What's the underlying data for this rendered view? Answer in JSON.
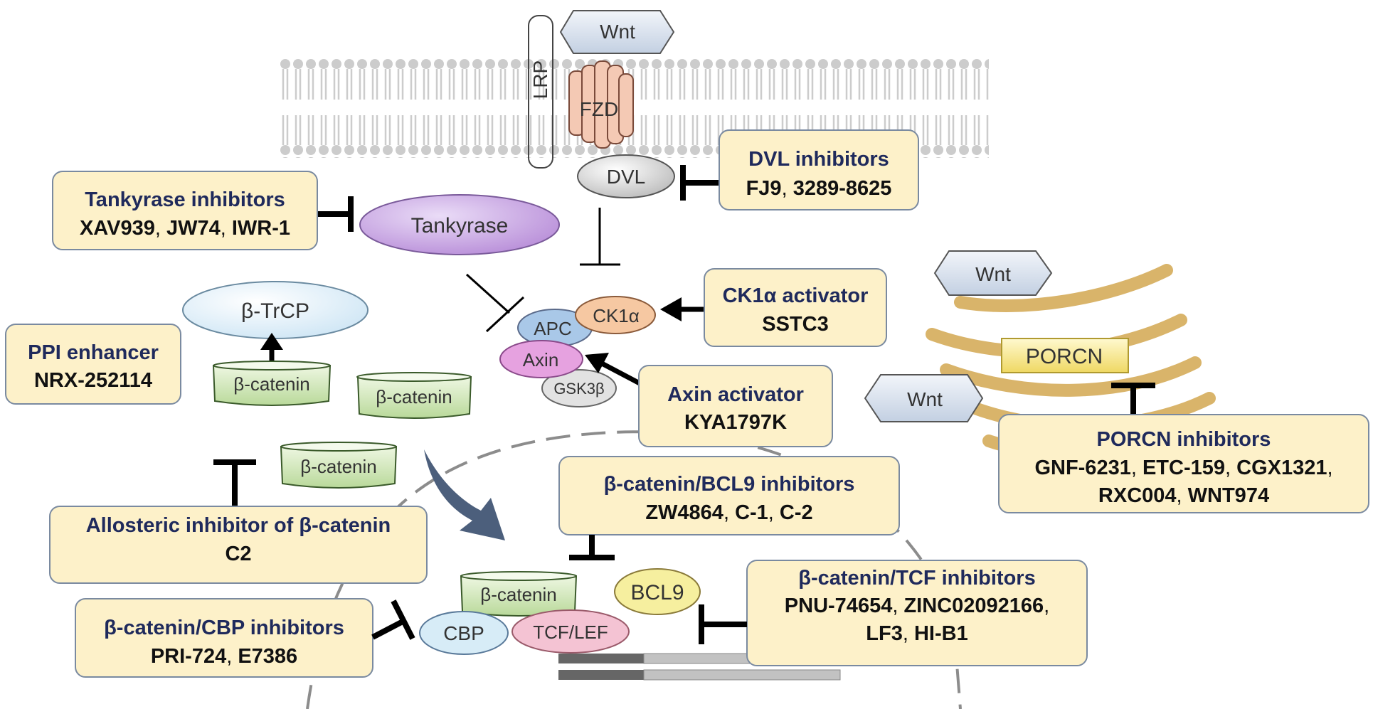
{
  "colors": {
    "box_fill": "#fdf1c9",
    "box_title": "#1f2a5c",
    "drug_text": "#111111",
    "tankyrase": "#c9a4e3",
    "beta_trcp": "#e6f3fb",
    "beta_catenin": "#d4e9b8",
    "porcn": "#f6e896",
    "wnt": "#d9e2ee",
    "golgi": "#d9b46a",
    "membrane": "#c8c8c8",
    "apc": "#a9c8e8",
    "ck1a": "#f6c8a2",
    "axin": "#e6a2e0",
    "gsk3b": "#e2e2e2",
    "cbp": "#d7ecf7",
    "tcf_lef": "#f4c3d3",
    "bcl9": "#f6ef9f"
  },
  "proteins": {
    "wnt_top": "Wnt",
    "lrp": "LRP",
    "fzd": "FZD",
    "dvl": "DVL",
    "tankyrase": "Tankyrase",
    "beta_trcp": "β-TrCP",
    "beta_catenin": "β-catenin",
    "apc": "APC",
    "ck1a": "CK1α",
    "axin": "Axin",
    "gsk3b": "GSK3β",
    "wnt_golgi_1": "Wnt",
    "wnt_golgi_2": "Wnt",
    "porcn": "PORCN",
    "bcl9": "BCL9",
    "cbp": "CBP",
    "tcf_lef": "TCF/LEF"
  },
  "boxes": {
    "dvl_inhibitors": {
      "title": "DVL inhibitors",
      "drugs": [
        "FJ9",
        "3289-8625"
      ]
    },
    "tankyrase_inhibitors": {
      "title": "Tankyrase inhibitors",
      "drugs": [
        "XAV939",
        "JW74",
        "IWR-1"
      ]
    },
    "ck1a_activator": {
      "title": "CK1α activator",
      "drugs": [
        "SSTC3"
      ]
    },
    "ppi_enhancer": {
      "title": "PPI enhancer",
      "drugs": [
        "NRX-252114"
      ]
    },
    "axin_activator": {
      "title": "Axin activator",
      "drugs": [
        "KYA1797K"
      ]
    },
    "porcn_inhibitors": {
      "title": "PORCN inhibitors",
      "line1": [
        "GNF-6231",
        "ETC-159",
        "CGX1321"
      ],
      "line2": [
        "RXC004",
        "WNT974"
      ]
    },
    "bcl9_inhibitors": {
      "title": "β-catenin/BCL9 inhibitors",
      "drugs": [
        "ZW4864",
        "C-1",
        "C-2"
      ]
    },
    "allosteric_inhibitor": {
      "title": "Allosteric inhibitor of β-catenin",
      "drugs": [
        "C2"
      ]
    },
    "tcf_inhibitors": {
      "title": "β-catenin/TCF inhibitors",
      "line1": [
        "PNU-74654",
        "ZINC02092166"
      ],
      "line2": [
        "LF3",
        "HI-B1"
      ]
    },
    "cbp_inhibitors": {
      "title": "β-catenin/CBP inhibitors",
      "drugs": [
        "PRI-724",
        "E7386"
      ]
    }
  },
  "separator": ", "
}
